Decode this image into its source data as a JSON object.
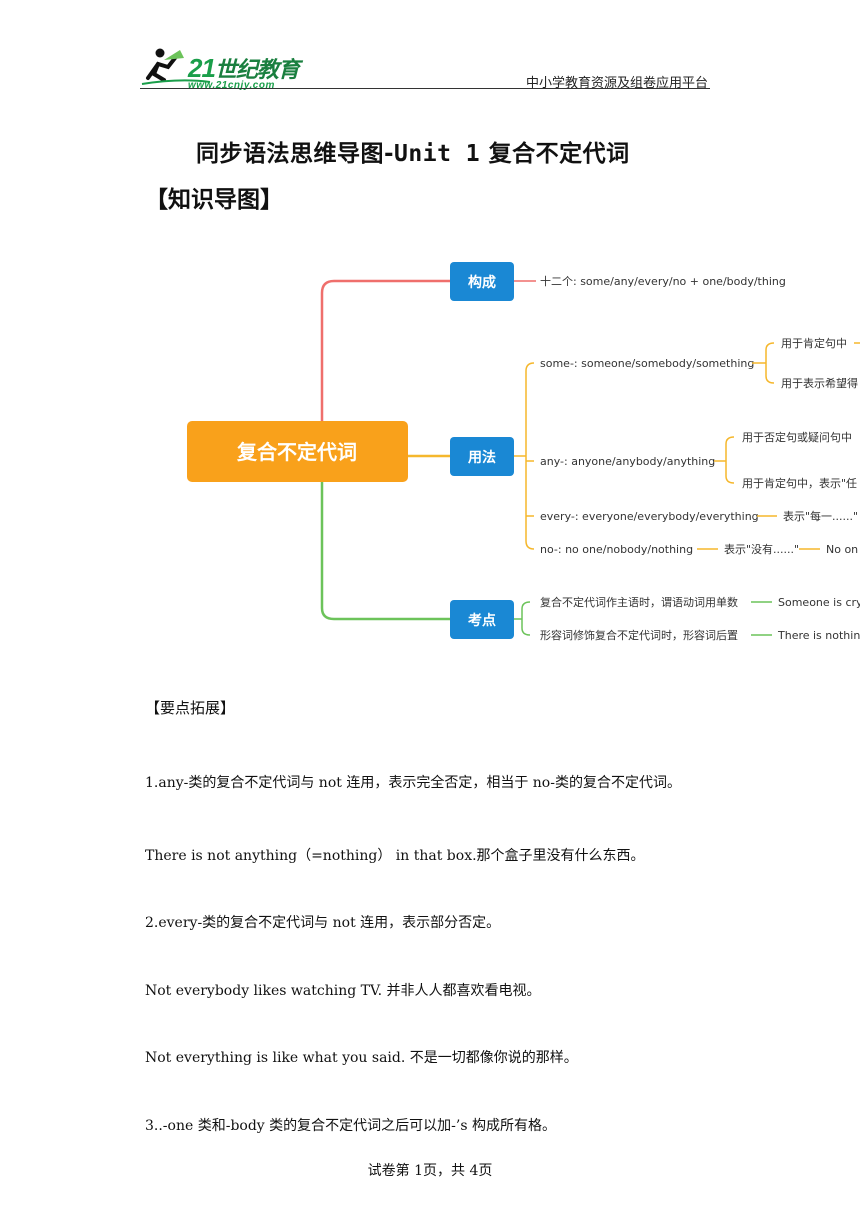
{
  "header": {
    "logo_main": "21",
    "logo_cn": "世纪教育",
    "logo_url": "www.21cnjy.com",
    "platform": "中小学教育资源及组卷应用平台"
  },
  "title_part1": "同步语法思维导图-",
  "title_part2": "Unit 1",
  "title_part3": " 复合不定代词",
  "section_mindmap": "【知识导图】",
  "mindmap": {
    "root": "复合不定代词",
    "branches": [
      {
        "label": "构成",
        "color": "#ef6f6c",
        "children": [
          {
            "text": "十二个:  some/any/every/no + one/body/thing"
          }
        ]
      },
      {
        "label": "用法",
        "color": "#f5b72c",
        "children": [
          {
            "text": "some-: someone/somebody/something",
            "subs": [
              "用于肯定句中",
              "用于表示希望得"
            ]
          },
          {
            "text": "any-: anyone/anybody/anything",
            "subs": [
              "用于否定句或疑问句中",
              "用于肯定句中，表示\"任"
            ]
          },
          {
            "text": "every-: everyone/everybody/everything",
            "tail": "表示\"每一......\""
          },
          {
            "text": "no-: no one/nobody/nothing",
            "tail": "表示\"没有......\"",
            "tail2": "No on"
          }
        ]
      },
      {
        "label": "考点",
        "color": "#6cc35a",
        "children": [
          {
            "text": "复合不定代词作主语时，谓语动词用单数",
            "tail": "Someone is cryi"
          },
          {
            "text": "形容词修饰复合不定代词时，形容词后置",
            "tail": "There is nothing"
          }
        ]
      }
    ],
    "colors": {
      "node": "#1a88d4",
      "root": "#f9a11b"
    }
  },
  "section_points": "【要点拓展】",
  "paragraphs": [
    "1.any-类的复合不定代词与 not 连用，表示完全否定，相当于 no-类的复合不定代词。",
    "There is not anything（=nothing）  in that box.那个盒子里没有什么东西。",
    "2.every-类的复合不定代词与 not 连用，表示部分否定。",
    "Not everybody likes watching TV.  并非人人都喜欢看电视。",
    "Not everything is like what you said.  不是一切都像你说的那样。",
    "3..-one 类和-body 类的复合不定代词之后可以加-’s 构成所有格。"
  ],
  "footer": "试卷第 1页，共 4页"
}
